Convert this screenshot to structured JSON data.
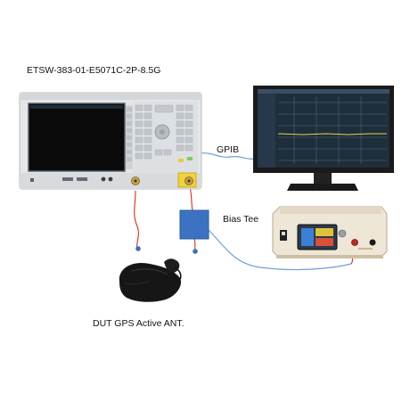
{
  "labels": {
    "analyzer_model": "ETSW-383-01-E5071C-2P-8.5G",
    "gpib": "GPIB",
    "bias_tee": "Bias Tee",
    "dut": "DUT  GPS Active ANT."
  },
  "colors": {
    "cable_red": "#d0301f",
    "cable_blue": "#6f9ed6",
    "bias_tee_box": "#3b73c2",
    "analyzer_body": "#e4e6e8",
    "analyzer_screen": "#0a0a0a",
    "monitor_frame": "#1a1a1a",
    "monitor_screen": "#1f2e3b",
    "supply_body": "#eee6d6",
    "antenna": "#161616",
    "dot": "#3d6fb5"
  },
  "icons": [
    "network-analyzer-icon",
    "monitor-icon",
    "bias-tee-box-icon",
    "power-supply-icon",
    "gps-antenna-icon"
  ]
}
